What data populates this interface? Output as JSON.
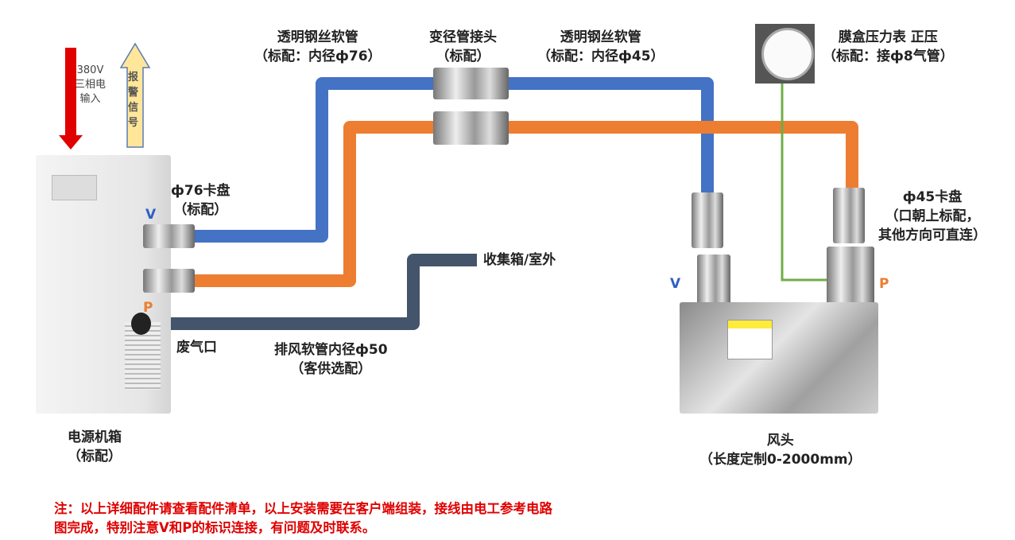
{
  "labels": {
    "power_input": [
      "380V",
      "三相电",
      "输入"
    ],
    "alarm_signal": [
      "报",
      "警",
      "信",
      "号"
    ],
    "hose_left": [
      "透明钢丝软管",
      "（标配：内径ф76）"
    ],
    "reducer": [
      "变径管接头",
      "（标配）"
    ],
    "hose_right": [
      "透明钢丝软管",
      "（标配：内径ф45）"
    ],
    "gauge": [
      "膜盒压力表 正压",
      "（标配：接ф8气管）"
    ],
    "clamp76": [
      "ф76卡盘",
      "（标配）"
    ],
    "clamp45": [
      "ф45卡盘",
      "（口朝上标配，",
      "其他方向可直连）"
    ],
    "collector": "收集箱/室外",
    "exhaust_port": "废气口",
    "exhaust_hose": [
      "排风软管内径ф50",
      "（客供选配）"
    ],
    "cabinet": [
      "电源机箱",
      "（标配）"
    ],
    "fan_head": [
      "风头",
      "（长度定制0-2000mm）"
    ],
    "v_left": "V",
    "p_left": "P",
    "v_right": "V",
    "p_right": "P",
    "note": [
      "注：以上详细配件请查看配件清单，以上安装需要在客户端组装，接线由电工参考电路",
      "图完成，特别注意V和P的标识连接，有问题及时联系。"
    ]
  },
  "colors": {
    "blue_pipe": "#4472c4",
    "orange_pipe": "#ed7d31",
    "exhaust_pipe": "#44546a",
    "gauge_line": "#70ad47",
    "v_label": "#2f5fc4",
    "p_label": "#ed7d31",
    "note": "#e00000"
  }
}
